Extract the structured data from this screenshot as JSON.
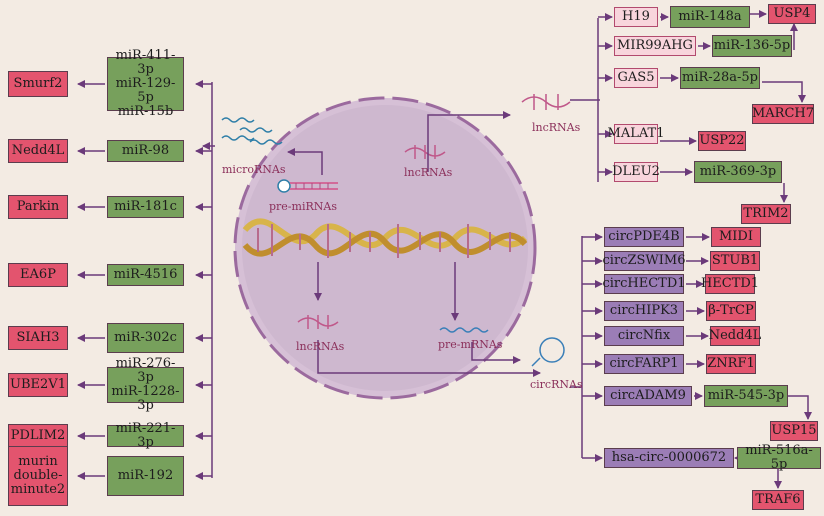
{
  "center": {
    "micrornas": "microRNAs",
    "pre_mirnas": "pre-miRNAs",
    "lncrnas_nucleus_top": "lncRNAs",
    "lncrnas_nucleus_bottom": "lncRNAs",
    "pre_mrnas": "pre-mRNAs",
    "circrnas": "circRNAs",
    "lncrnas_outside": "lncRNAs"
  },
  "mirna_axis": [
    {
      "target": "Smurf2",
      "mirna": "miR-411-3p\nmiR-129-5p\nmiR-15b"
    },
    {
      "target": "Nedd4L",
      "mirna": "miR-98"
    },
    {
      "target": "Parkin",
      "mirna": "miR-181c"
    },
    {
      "target": "EA6P",
      "mirna": "miR-4516"
    },
    {
      "target": "SIAH3",
      "mirna": "miR-302c"
    },
    {
      "target": "UBE2V1",
      "mirna": "miR-276-3p\nmiR-1228-3p"
    },
    {
      "target": "PDLIM2",
      "mirna": "miR-221-3p"
    },
    {
      "target": "murin\ndouble-\nminute2",
      "mirna": "miR-192"
    }
  ],
  "lncrna_axis": [
    {
      "lnc": "H19",
      "mirna": "miR-148a",
      "target": "USP4"
    },
    {
      "lnc": "MIR99AHG",
      "mirna": "miR-136-5p",
      "target": ""
    },
    {
      "lnc": "GAS5",
      "mirna": "miR-28a-5p",
      "target": "MARCH7"
    },
    {
      "lnc": "MALAT1",
      "mirna": "",
      "target": "USP22"
    },
    {
      "lnc": "DLEU2",
      "mirna": "miR-369-3p",
      "target": "TRIM2"
    }
  ],
  "circrna_axis": [
    {
      "circ": "circPDE4B",
      "mirna": "",
      "target": "MIDI"
    },
    {
      "circ": "circZSWIM6",
      "mirna": "",
      "target": "STUB1"
    },
    {
      "circ": "circHECTD1",
      "mirna": "",
      "target": "HECTD1"
    },
    {
      "circ": "circHIPK3",
      "mirna": "",
      "target": "β-TrCP"
    },
    {
      "circ": "circNfix",
      "mirna": "",
      "target": "Nedd4L"
    },
    {
      "circ": "circFARP1",
      "mirna": "",
      "target": "ZNRF1"
    },
    {
      "circ": "circADAM9",
      "mirna": "miR-545-3p",
      "target": "USP15"
    },
    {
      "circ": "hsa-circ-0000672",
      "mirna": "miR-516a-5p",
      "target": "TRAF6"
    }
  ]
}
